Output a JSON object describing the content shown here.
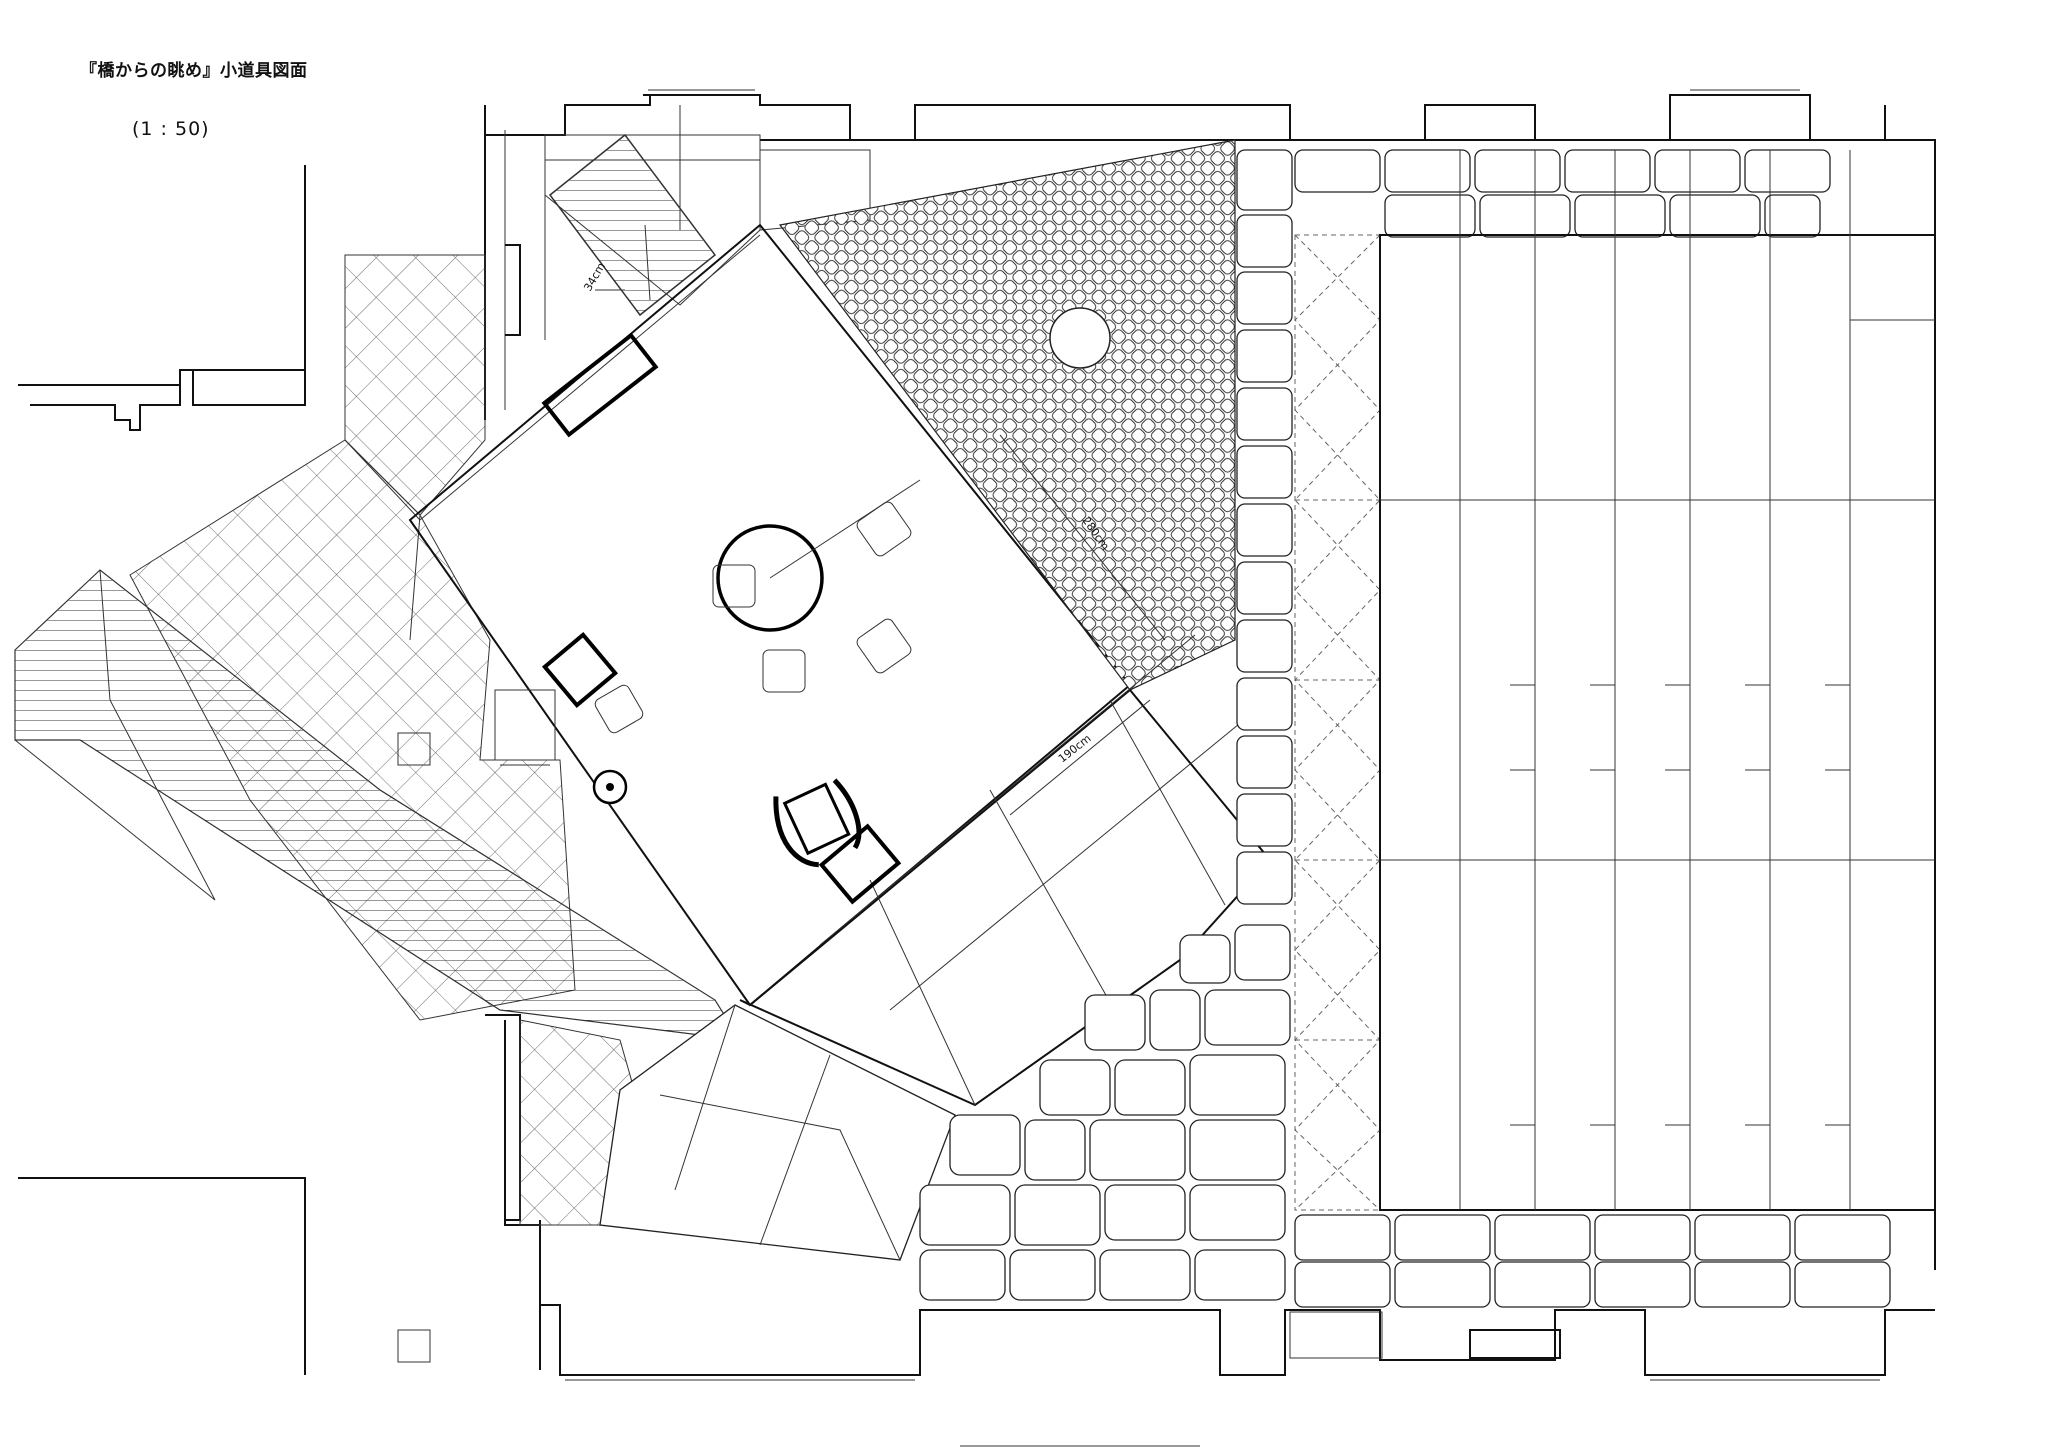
{
  "drawing": {
    "title": "『橋からの眺め』小道具図面",
    "scale": "(1 : 50)"
  },
  "dimensions": {
    "stair_width": "34cm",
    "platform_diagonal": "280cm",
    "platform_edge": "190cm"
  },
  "colors": {
    "line": "#111111",
    "background": "#ffffff"
  }
}
